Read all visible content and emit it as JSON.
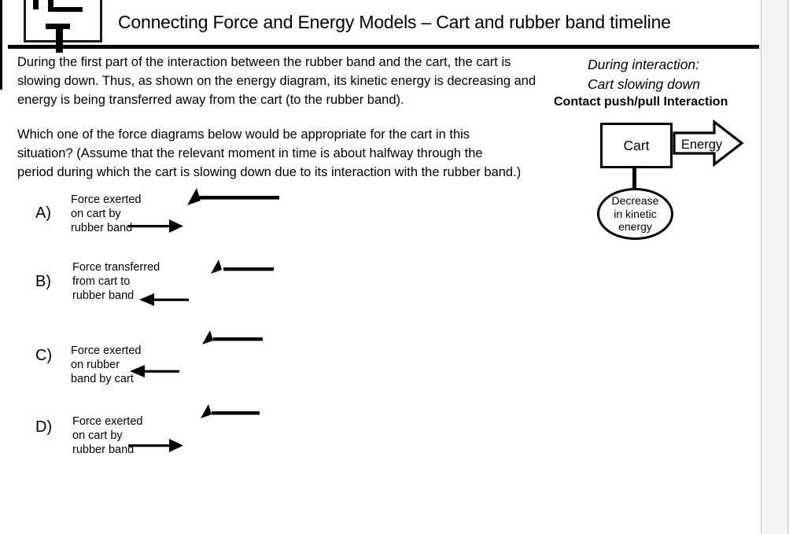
{
  "window": {
    "background": "#ffffff",
    "gutter_color": "#f2f2f2",
    "text_color": "#000000"
  },
  "header": {
    "title": "Connecting Force and Energy Models – Cart and rubber band timeline"
  },
  "intro": {
    "lines": [
      "During the first part of the interaction between the rubber band and the cart, the cart is",
      "slowing down. Thus, as shown on the energy diagram, its kinetic energy is decreasing and",
      "energy is being transferred away from the cart (to the rubber band)."
    ]
  },
  "question": {
    "lines": [
      "Which one of the force diagrams below would be appropriate for the cart in this",
      "situation? (Assume that the relevant moment in time is about halfway through the",
      "period during which the cart is slowing down due to its interaction with the rubber band.)"
    ]
  },
  "side_note": {
    "phase_line1": "During interaction:",
    "phase_line2": "Cart slowing down",
    "interaction_label": "Contact push/pull Interaction"
  },
  "energy_diagram": {
    "object_label": "Cart",
    "flow_label": "Energy",
    "bubble_lines": [
      "Decrease",
      "in kinetic",
      "energy"
    ]
  },
  "options": [
    {
      "letter": "A)",
      "label_lines": [
        "Force exerted",
        "on cart by",
        "rubber band"
      ],
      "label_arrow": "right",
      "force_arrow": "left-long"
    },
    {
      "letter": "B)",
      "label_lines": [
        "Force transferred",
        "from cart to",
        "rubber band"
      ],
      "label_arrow": "left",
      "force_arrow": "left-short"
    },
    {
      "letter": "C)",
      "label_lines": [
        "Force exerted",
        "on rubber",
        "band by cart"
      ],
      "label_arrow": "left",
      "force_arrow": "left-short"
    },
    {
      "letter": "D)",
      "label_lines": [
        "Force exerted",
        "on cart by",
        "rubber band"
      ],
      "label_arrow": "right",
      "force_arrow": "left-short"
    }
  ],
  "icons": {
    "force_vector_arrow": "horizontal line with slanted wedge head pointing left",
    "label_arrow_right": "solid filled arrow pointing right",
    "label_arrow_left": "solid filled arrow pointing left",
    "energy_flow_arrow": "outlined block arrow pointing right"
  }
}
